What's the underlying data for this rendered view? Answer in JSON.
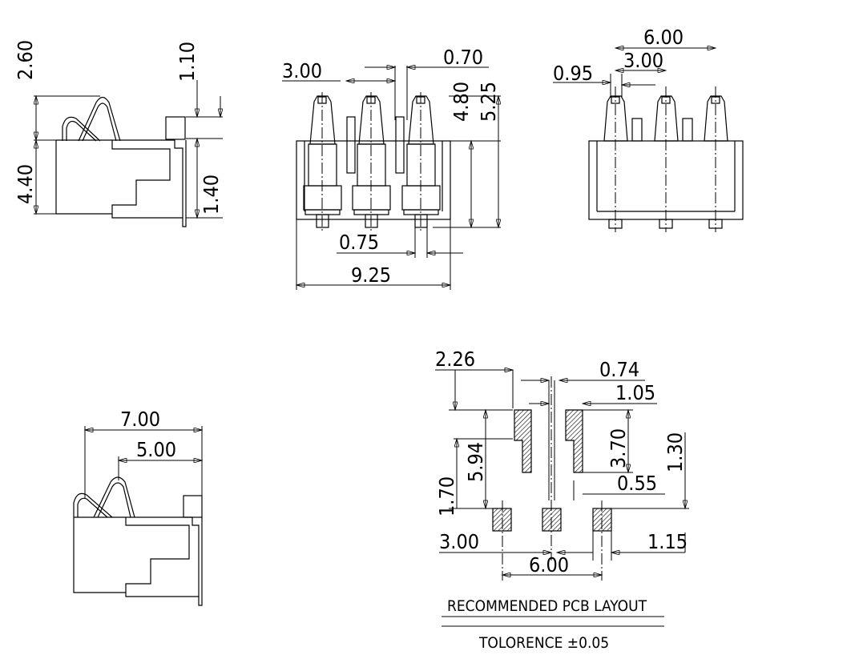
{
  "side_view": {
    "dim_top": "2.60",
    "dim_bottom": "4.40",
    "dim_small_top": "1.10",
    "dim_small_bottom": "1.40"
  },
  "front_view": {
    "dim_pitch": "3.00",
    "dim_gap": "0.70",
    "dim_height_inner": "4.80",
    "dim_height_outer": "5.25",
    "dim_pin": "0.75",
    "dim_width": "9.25"
  },
  "top_view": {
    "dim_total": "6.00",
    "dim_pitch": "3.00",
    "dim_pin": "0.95"
  },
  "bottom_side_view": {
    "dim_length": "7.00",
    "dim_contact": "5.00"
  },
  "pcb_layout": {
    "dim_a": "2.26",
    "dim_b": "0.74",
    "dim_c": "1.05",
    "dim_d": "5.94",
    "dim_e": "3.70",
    "dim_f": "1.30",
    "dim_g": "1.70",
    "dim_h": "0.55",
    "dim_pitch": "3.00",
    "dim_pad": "1.15",
    "dim_total": "6.00",
    "title": "RECOMMENDED PCB LAYOUT",
    "tolerance": "TOLORENCE ±0.05"
  }
}
